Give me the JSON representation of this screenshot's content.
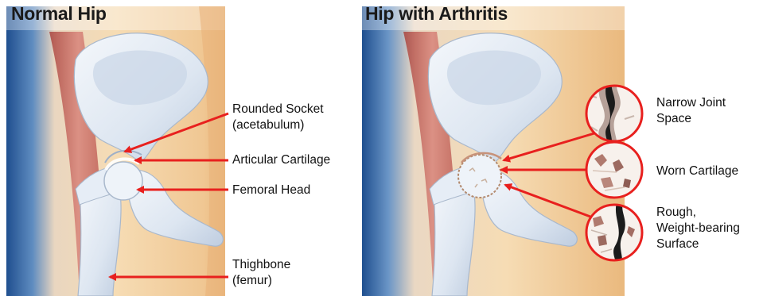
{
  "normal_panel": {
    "title": "Normal Hip",
    "labels": {
      "socket_line1": "Rounded Socket",
      "socket_line2": "(acetabulum)",
      "cartilage": "Articular Cartilage",
      "femoral_head": "Femoral Head",
      "thighbone_line1": "Thighbone",
      "thighbone_line2": "(femur)"
    }
  },
  "arthritis_panel": {
    "title": "Hip with Arthritis",
    "labels": {
      "narrow_line1": "Narrow Joint",
      "narrow_line2": "Space",
      "worn": "Worn Cartilage",
      "rough_line1": "Rough,",
      "rough_line2": "Weight-bearing",
      "rough_line3": "Surface"
    }
  },
  "colors": {
    "arrow": "#e8201e",
    "bone": "#e4ebf4",
    "muscle": "#c7665c",
    "skin": "#f3cf9d",
    "background_blue": "#2b5f9e"
  }
}
